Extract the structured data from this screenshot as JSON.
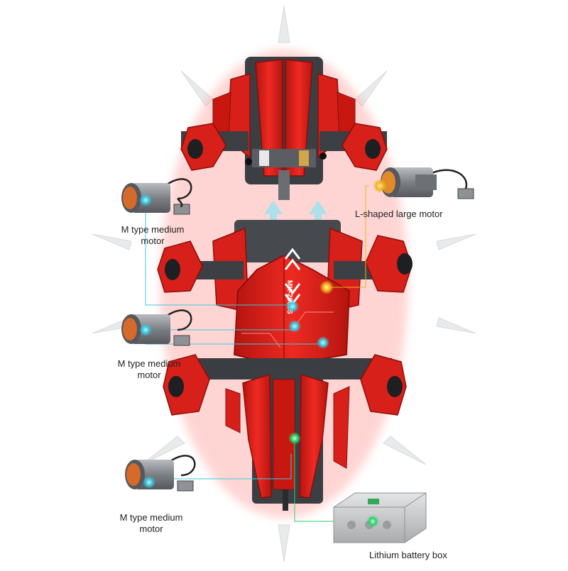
{
  "labels": {
    "motor_1": [
      "M type medium",
      "motor"
    ],
    "motor_2": [
      "M type medium",
      "motor"
    ],
    "motor_3": [
      "M type medium",
      "motor"
    ],
    "large_motor": "L-shaped large motor",
    "battery": "Lithium battery box"
  },
  "vehicle_marking": "MK-2000S",
  "colors": {
    "body_red": "#e1211c",
    "dark_red": "#a8120f",
    "frame_gray": "#4a4d52",
    "callout_cyan": "#39c9e0",
    "callout_yellow": "#f2b21b",
    "callout_green": "#2bd16b",
    "motor_gray": "#8e9196",
    "battery_gray": "#c9cbcd"
  },
  "icons": [
    "expand-arrow-icon",
    "chevron-up-icon",
    "motor-icon",
    "battery-icon"
  ]
}
